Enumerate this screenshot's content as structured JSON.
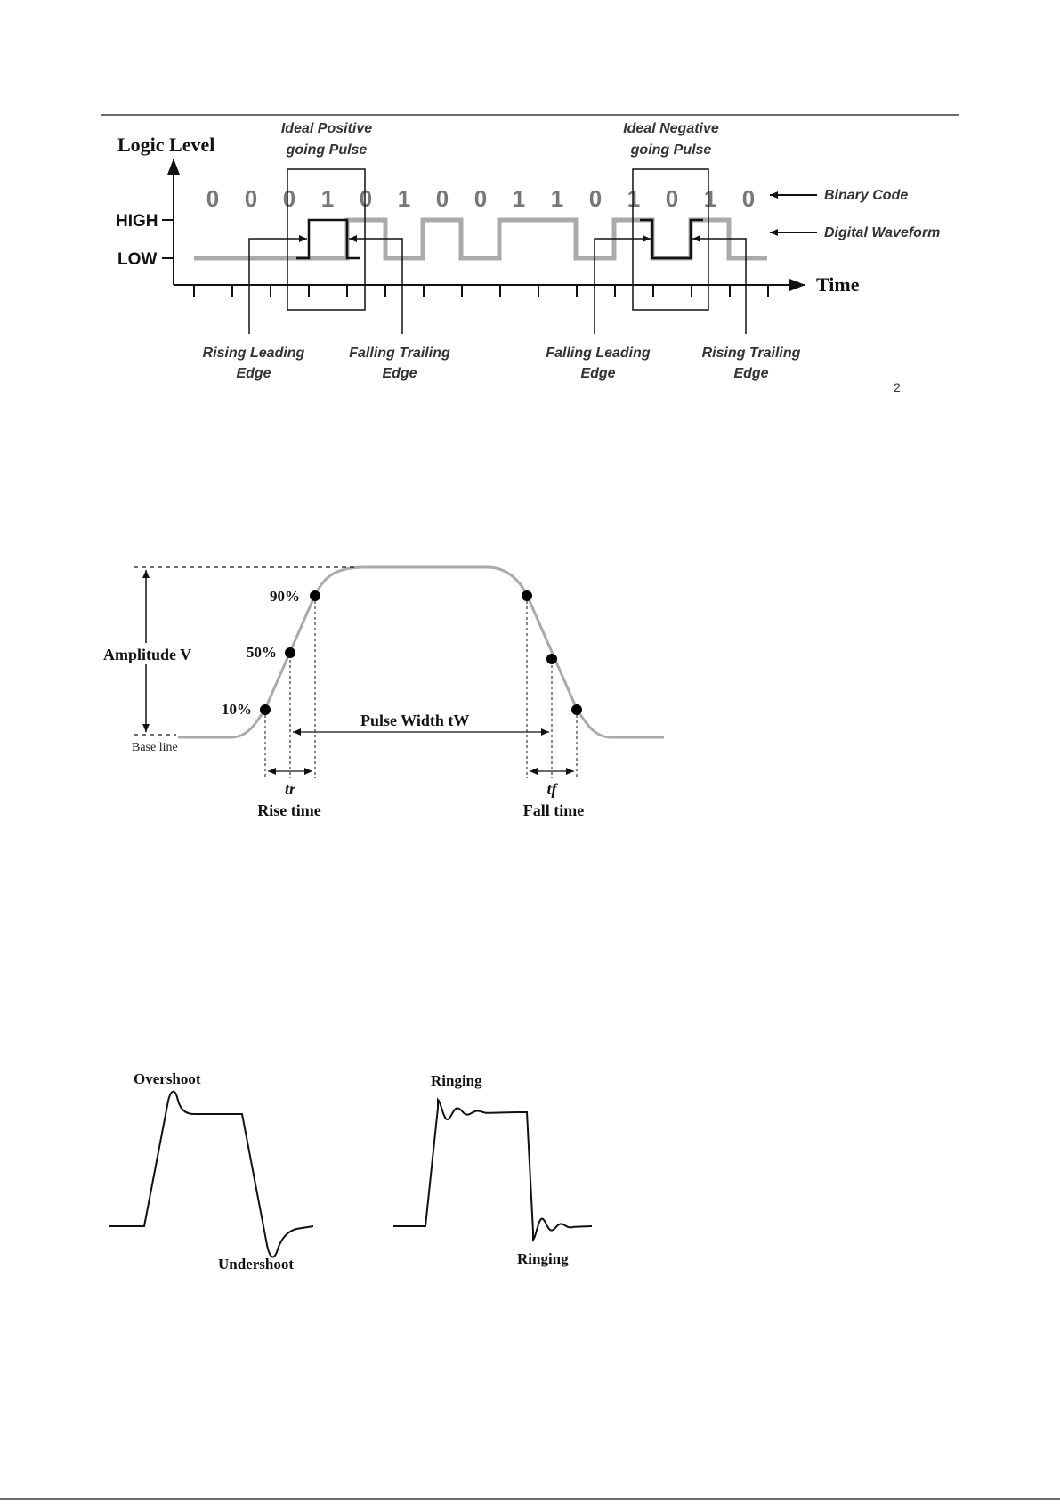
{
  "figure1": {
    "axis_y_label": "Logic Level",
    "level_high": "HIGH",
    "level_low": "LOW",
    "axis_x_label": "Time",
    "bits": [
      "0",
      "0",
      "0",
      "1",
      "0",
      "1",
      "0",
      "0",
      "1",
      "1",
      "0",
      "1",
      "0",
      "1",
      "0"
    ],
    "pos_pulse_label": [
      "Ideal Positive",
      "going Pulse"
    ],
    "neg_pulse_label": [
      "Ideal Negative",
      "going Pulse"
    ],
    "binary_code_label": "Binary Code",
    "digital_waveform_label": "Digital Waveform",
    "rising_leading": [
      "Rising Leading",
      "Edge"
    ],
    "falling_trailing": [
      "Falling Trailing",
      "Edge"
    ],
    "falling_leading": [
      "Falling Leading",
      "Edge"
    ],
    "rising_trailing": [
      "Rising Trailing",
      "Edge"
    ],
    "page_mark": "2"
  },
  "figure2": {
    "amplitude_label": "Amplitude V",
    "baseline_label": "Base line",
    "p90": "90%",
    "p50": "50%",
    "p10": "10%",
    "pulse_width_label": "Pulse Width  tW",
    "tr_label": "tr",
    "tf_label": "tf",
    "rise_time_label": "Rise time",
    "fall_time_label": "Fall time"
  },
  "figure3": {
    "overshoot_label": "Overshoot",
    "undershoot_label": "Undershoot",
    "ringing_top_label": "Ringing",
    "ringing_bottom_label": "Ringing"
  },
  "colors": {
    "waveform_gray": "#aaaaaa",
    "ink": "#111111",
    "bits_gray": "#777777"
  }
}
